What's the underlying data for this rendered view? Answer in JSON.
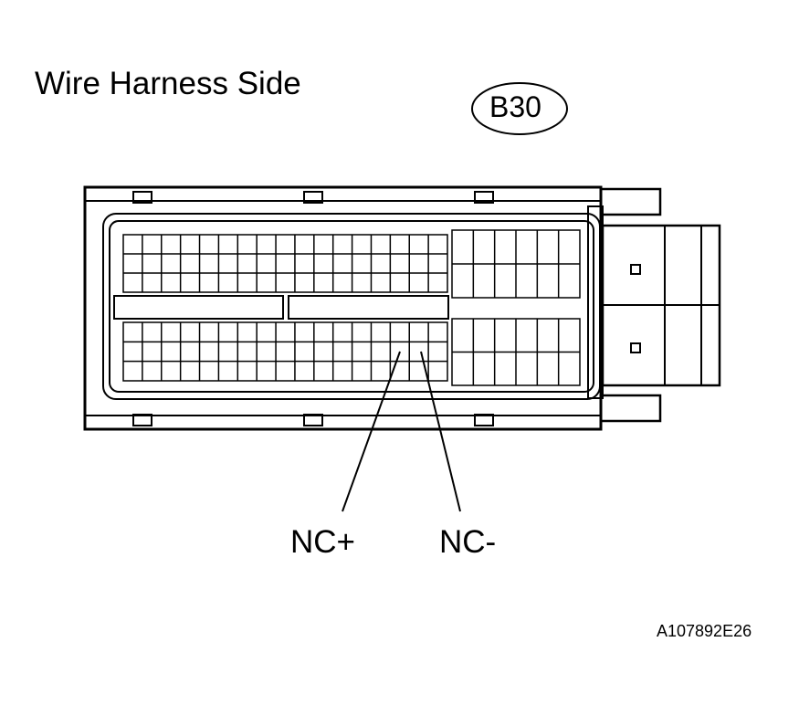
{
  "diagram": {
    "title": "Wire Harness Side",
    "connector_id": "B30",
    "pins": {
      "nc_plus": "NC+",
      "nc_minus": "NC-"
    },
    "figure_code": "A107892E26",
    "colors": {
      "stroke": "#000000",
      "background": "#ffffff"
    }
  }
}
